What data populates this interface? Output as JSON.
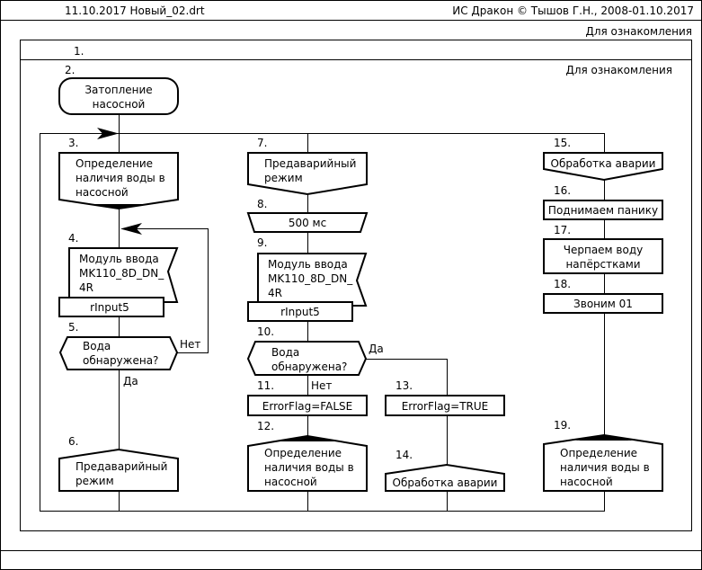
{
  "header": {
    "left": "11.10.2017  Новый_02.drt",
    "right": "ИС Дракон © Тышов Г.Н., 2008-01.10.2017"
  },
  "watermark": "Для ознакомления",
  "diagram": {
    "outer_label": "1.",
    "inner_label": "2.",
    "inner_watermark": "Для ознакомления",
    "nodes": {
      "n2": {
        "num": "2.",
        "type": "start",
        "lines": [
          "Затопление",
          "насосной"
        ]
      },
      "n3": {
        "num": "3.",
        "type": "branch",
        "lines": [
          "Определение",
          "наличия воды в",
          "насосной"
        ]
      },
      "n4": {
        "num": "4.",
        "type": "input",
        "lines": [
          "Модуль ввода",
          "MK110_8D_DN_",
          "4R"
        ],
        "var": "rInput5"
      },
      "n5": {
        "num": "5.",
        "type": "question",
        "lines": [
          "Вода",
          "обнаружена?"
        ],
        "no": "Нет",
        "yes": "Да"
      },
      "n6": {
        "num": "6.",
        "type": "address",
        "lines": [
          "Предаварийный",
          "режим"
        ]
      },
      "n7": {
        "num": "7.",
        "type": "branch",
        "lines": [
          "Предаварийный",
          "режим"
        ]
      },
      "n8": {
        "num": "8.",
        "type": "pause",
        "lines": [
          "500 мс"
        ]
      },
      "n9": {
        "num": "9.",
        "type": "input",
        "lines": [
          "Модуль ввода",
          "MK110_8D_DN_",
          "4R"
        ],
        "var": "rInput5"
      },
      "n10": {
        "num": "10.",
        "type": "question",
        "lines": [
          "Вода",
          "обнаружена?"
        ],
        "no": "Нет",
        "yes": "Да"
      },
      "n11": {
        "num": "11.",
        "type": "action",
        "lines": [
          "ErrorFlag=FALSE"
        ]
      },
      "n12": {
        "num": "12.",
        "type": "address",
        "lines": [
          "Определение",
          "наличия воды в",
          "насосной"
        ]
      },
      "n13": {
        "num": "13.",
        "type": "action",
        "lines": [
          "ErrorFlag=TRUE"
        ]
      },
      "n14": {
        "num": "14.",
        "type": "address",
        "lines": [
          "Обработка аварии"
        ]
      },
      "n15": {
        "num": "15.",
        "type": "branch",
        "lines": [
          "Обработка аварии"
        ]
      },
      "n16": {
        "num": "16.",
        "type": "action",
        "lines": [
          "Поднимаем панику"
        ]
      },
      "n17": {
        "num": "17.",
        "type": "action",
        "lines": [
          "Черпаем воду",
          "напёрстками"
        ]
      },
      "n18": {
        "num": "18.",
        "type": "action",
        "lines": [
          "Звоним 01"
        ]
      },
      "n19": {
        "num": "19.",
        "type": "address",
        "lines": [
          "Определение",
          "наличия воды в",
          "насосной"
        ]
      }
    }
  }
}
